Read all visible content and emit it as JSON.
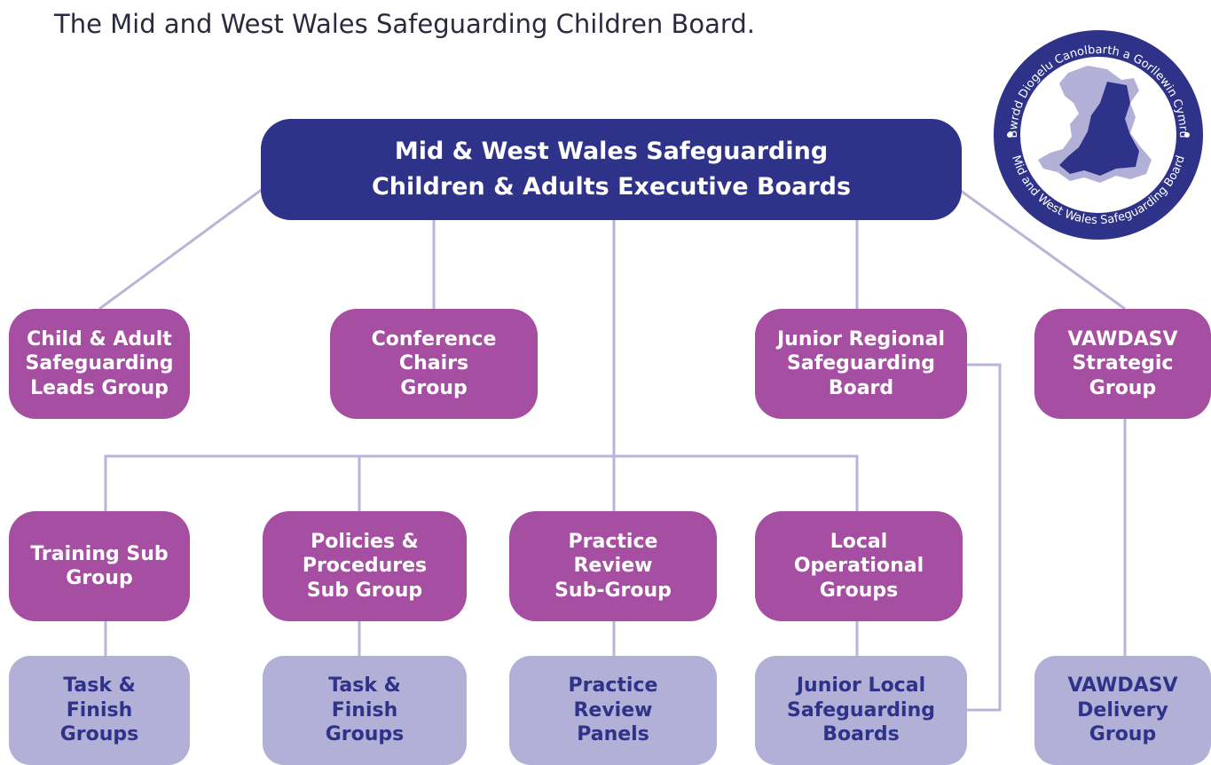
{
  "header": {
    "subtitle": "The Mid and West Wales Safeguarding Children Board."
  },
  "logo": {
    "outer_text_top": "Bwrdd Diogelu Canolbarth a Gorllewin Cymru",
    "outer_text_bottom": "Mid and West Wales Safeguarding Board"
  },
  "executive": {
    "label": "Mid & West Wales Safeguarding\nChildren & Adults Executive Boards"
  },
  "level2": [
    {
      "label": "Child & Adult\nSafeguarding\nLeads Group"
    },
    {
      "label": "Conference\nChairs\nGroup"
    },
    {
      "label": "Junior Regional\nSafeguarding\nBoard"
    },
    {
      "label": "VAWDASV\nStrategic\nGroup"
    }
  ],
  "subgroups": [
    {
      "label": "Training Sub\nGroup"
    },
    {
      "label": "Policies &\nProcedures\nSub Group"
    },
    {
      "label": "Practice\nReview\nSub-Group"
    },
    {
      "label": "Local\nOperational\nGroups"
    }
  ],
  "bottom": [
    {
      "label": "Task &\nFinish\nGroups"
    },
    {
      "label": "Task &\nFinish\nGroups"
    },
    {
      "label": "Practice\nReview\nPanels"
    },
    {
      "label": "Junior Local\nSafeguarding\nBoards"
    },
    {
      "label": "VAWDASV\nDelivery\nGroup"
    }
  ],
  "colors": {
    "executive": "#2e3389",
    "group": "#a64fa2",
    "leaf": "#b3b0d8",
    "connector": "#b8b5d9"
  }
}
